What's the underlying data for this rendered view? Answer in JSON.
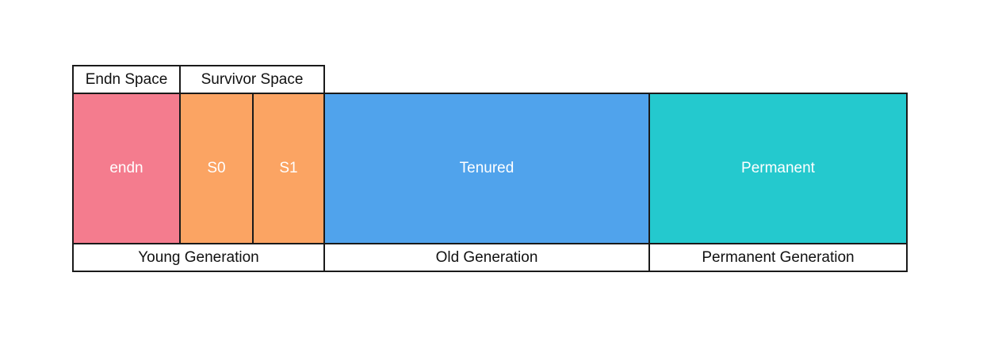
{
  "top_labels": {
    "eden_space": "Endn Space",
    "survivor_space": "Survivor Space"
  },
  "regions": {
    "eden": {
      "label": "endn",
      "color": "#f47c8e"
    },
    "s0": {
      "label": "S0",
      "color": "#fba463"
    },
    "s1": {
      "label": "S1",
      "color": "#fba463"
    },
    "tenured": {
      "label": "Tenured",
      "color": "#50a3ec"
    },
    "permanent": {
      "label": "Permanent",
      "color": "#24c9ce"
    }
  },
  "bottom_labels": {
    "young_generation": "Young Generation",
    "old_generation": "Old Generation",
    "permanent_generation": "Permanent Generation"
  }
}
